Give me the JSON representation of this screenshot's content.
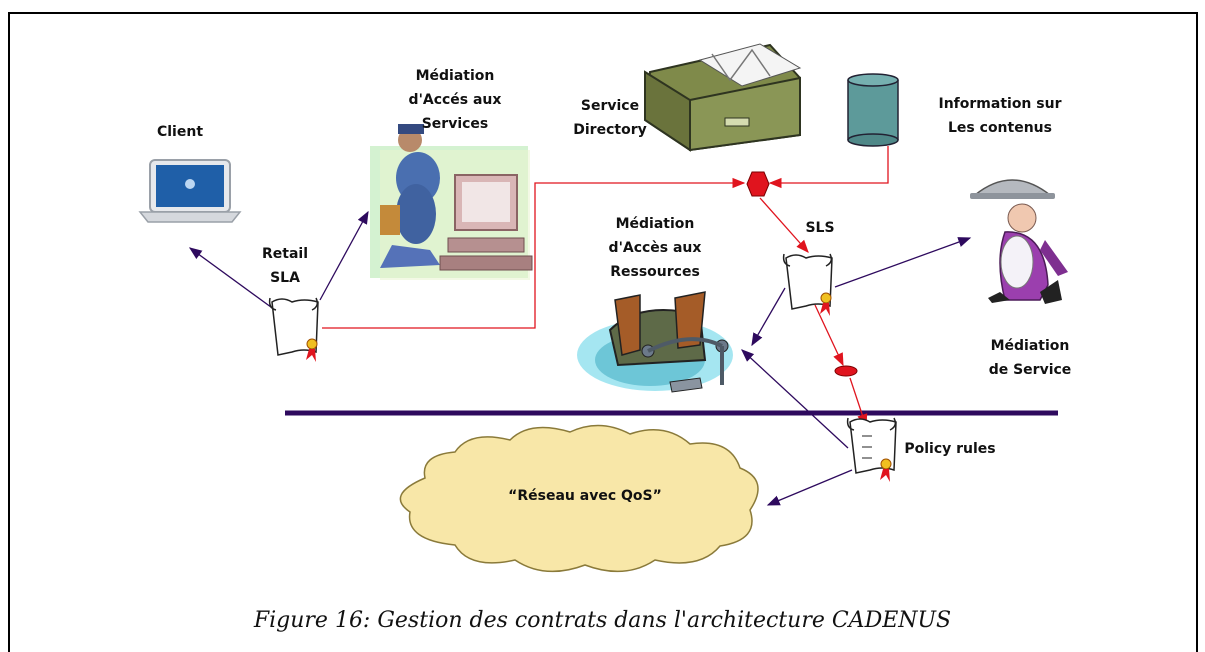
{
  "labels": {
    "client": "Client",
    "mediation_acces_services": [
      "Médiation",
      "d'Accés aux",
      "Services"
    ],
    "service_directory": [
      "Service",
      "Directory"
    ],
    "information_contenus": [
      "Information sur",
      "Les contenus"
    ],
    "retail_sla": [
      "Retail",
      "SLA"
    ],
    "mediation_acces_ressources": [
      "Médiation",
      "d'Accès aux",
      "Ressources"
    ],
    "sls": "SLS",
    "mediation_service": [
      "Médiation",
      "de Service"
    ],
    "policy_rules": "Policy rules",
    "network": "“Réseau avec QoS”"
  },
  "caption": "Figure 16: Gestion des contrats dans l'architecture CADENUS",
  "colors": {
    "purple_line": "#2e0a5e",
    "red_line": "#e0141e",
    "cloud_fill": "#f8e7a8",
    "database_fill": "#5d9a9a"
  }
}
